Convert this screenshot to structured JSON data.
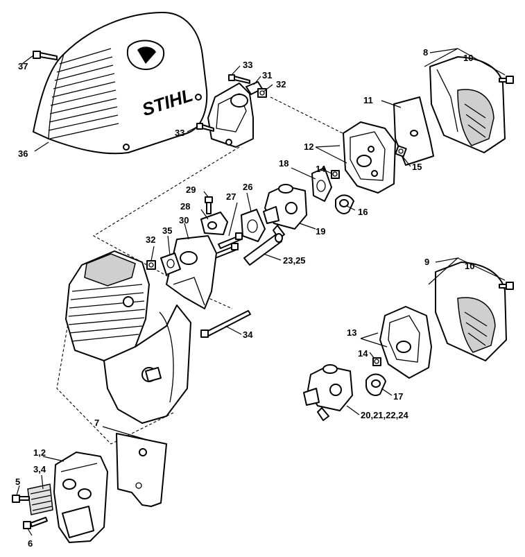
{
  "brand": "STIHL",
  "callouts": [
    {
      "id": "c37",
      "text": "37"
    },
    {
      "id": "c36",
      "text": "36"
    },
    {
      "id": "c33a",
      "text": "33"
    },
    {
      "id": "c31",
      "text": "31"
    },
    {
      "id": "c32a",
      "text": "32"
    },
    {
      "id": "c33b",
      "text": "33"
    },
    {
      "id": "c8",
      "text": "8"
    },
    {
      "id": "c10a",
      "text": "10"
    },
    {
      "id": "c11",
      "text": "11"
    },
    {
      "id": "c12",
      "text": "12"
    },
    {
      "id": "c14a",
      "text": "14"
    },
    {
      "id": "c15",
      "text": "15"
    },
    {
      "id": "c18",
      "text": "18"
    },
    {
      "id": "c16",
      "text": "16"
    },
    {
      "id": "c29",
      "text": "29"
    },
    {
      "id": "c26",
      "text": "26"
    },
    {
      "id": "c27",
      "text": "27"
    },
    {
      "id": "c28",
      "text": "28"
    },
    {
      "id": "c19",
      "text": "19"
    },
    {
      "id": "c30",
      "text": "30"
    },
    {
      "id": "c35",
      "text": "35"
    },
    {
      "id": "c32b",
      "text": "32"
    },
    {
      "id": "c2325",
      "text": "23,25"
    },
    {
      "id": "c9",
      "text": "9"
    },
    {
      "id": "c10b",
      "text": "10"
    },
    {
      "id": "c34",
      "text": "34"
    },
    {
      "id": "c13",
      "text": "13"
    },
    {
      "id": "c14b",
      "text": "14"
    },
    {
      "id": "c17",
      "text": "17"
    },
    {
      "id": "c20",
      "text": "20,21,22,24"
    },
    {
      "id": "c7",
      "text": "7"
    },
    {
      "id": "c12b",
      "text": "1,2"
    },
    {
      "id": "c34b",
      "text": "3,4"
    },
    {
      "id": "c5",
      "text": "5"
    },
    {
      "id": "c6",
      "text": "6"
    }
  ]
}
